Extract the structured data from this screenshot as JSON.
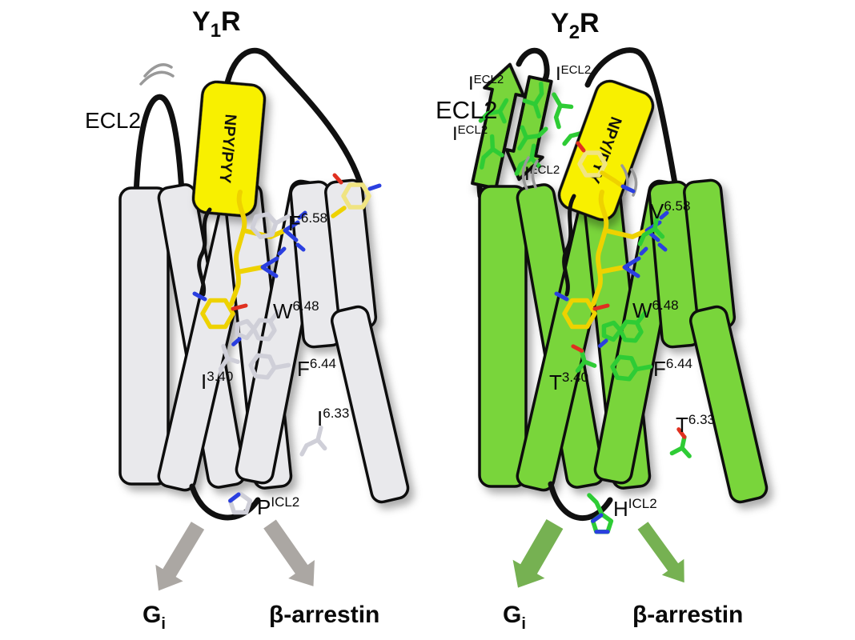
{
  "colors": {
    "y1_helix": "#e9e9ec",
    "y2_helix": "#79d53b",
    "ligand_yellow": "#f8f000",
    "outline_black": "#101010",
    "y1_arrow_gray": "#aba7a3",
    "y2_arrow_green": "#76b152",
    "stick_gray": "#cfcfd8",
    "stick_green": "#2ecc35",
    "stick_yellow": "#eed200",
    "stick_pale_yellow": "#f0e482",
    "nitrogen_blue": "#2a3fe0",
    "oxygen_red": "#e03020",
    "motion_gray": "#999999"
  },
  "y1": {
    "title": {
      "base": "Y",
      "sub": "1",
      "tail": "R"
    },
    "ecl2_label": "ECL2",
    "ligand": "NPY/PYY",
    "residues": {
      "f658": {
        "base": "F",
        "sup": "6.58"
      },
      "w648": {
        "base": "W",
        "sup": "6.48"
      },
      "f644": {
        "base": "F",
        "sup": "6.44"
      },
      "i340": {
        "base": "I",
        "sup": "3.40"
      },
      "i633": {
        "base": "I",
        "sup": "6.33"
      },
      "p_icl2": {
        "base": "P",
        "sup": "ICL2"
      }
    },
    "signaling": {
      "g_protein": {
        "base": "G",
        "sub": "i"
      },
      "arrestin": "β-arrestin"
    }
  },
  "y2": {
    "title": {
      "base": "Y",
      "sub": "2",
      "tail": "R"
    },
    "ecl2_label": "ECL2",
    "ligand": "NPY/PYY",
    "ecl2_residues": {
      "top_left": {
        "base": "I",
        "sup": "ECL2"
      },
      "mid_left": {
        "base": "I",
        "sup": "ECL2"
      },
      "top_right": {
        "base": "I",
        "sup": "ECL2"
      },
      "bottom": {
        "base": "I",
        "sup": "ECL2"
      }
    },
    "residues": {
      "v658": {
        "base": "V",
        "sup": "6.58"
      },
      "w648": {
        "base": "W",
        "sup": "6.48"
      },
      "f644": {
        "base": "F",
        "sup": "6.44"
      },
      "t340": {
        "base": "T",
        "sup": "3.40"
      },
      "t633": {
        "base": "T",
        "sup": "6.33"
      },
      "h_icl2": {
        "base": "H",
        "sup": "ICL2"
      }
    },
    "signaling": {
      "g_protein": {
        "base": "G",
        "sub": "i"
      },
      "arrestin": "β-arrestin"
    }
  }
}
